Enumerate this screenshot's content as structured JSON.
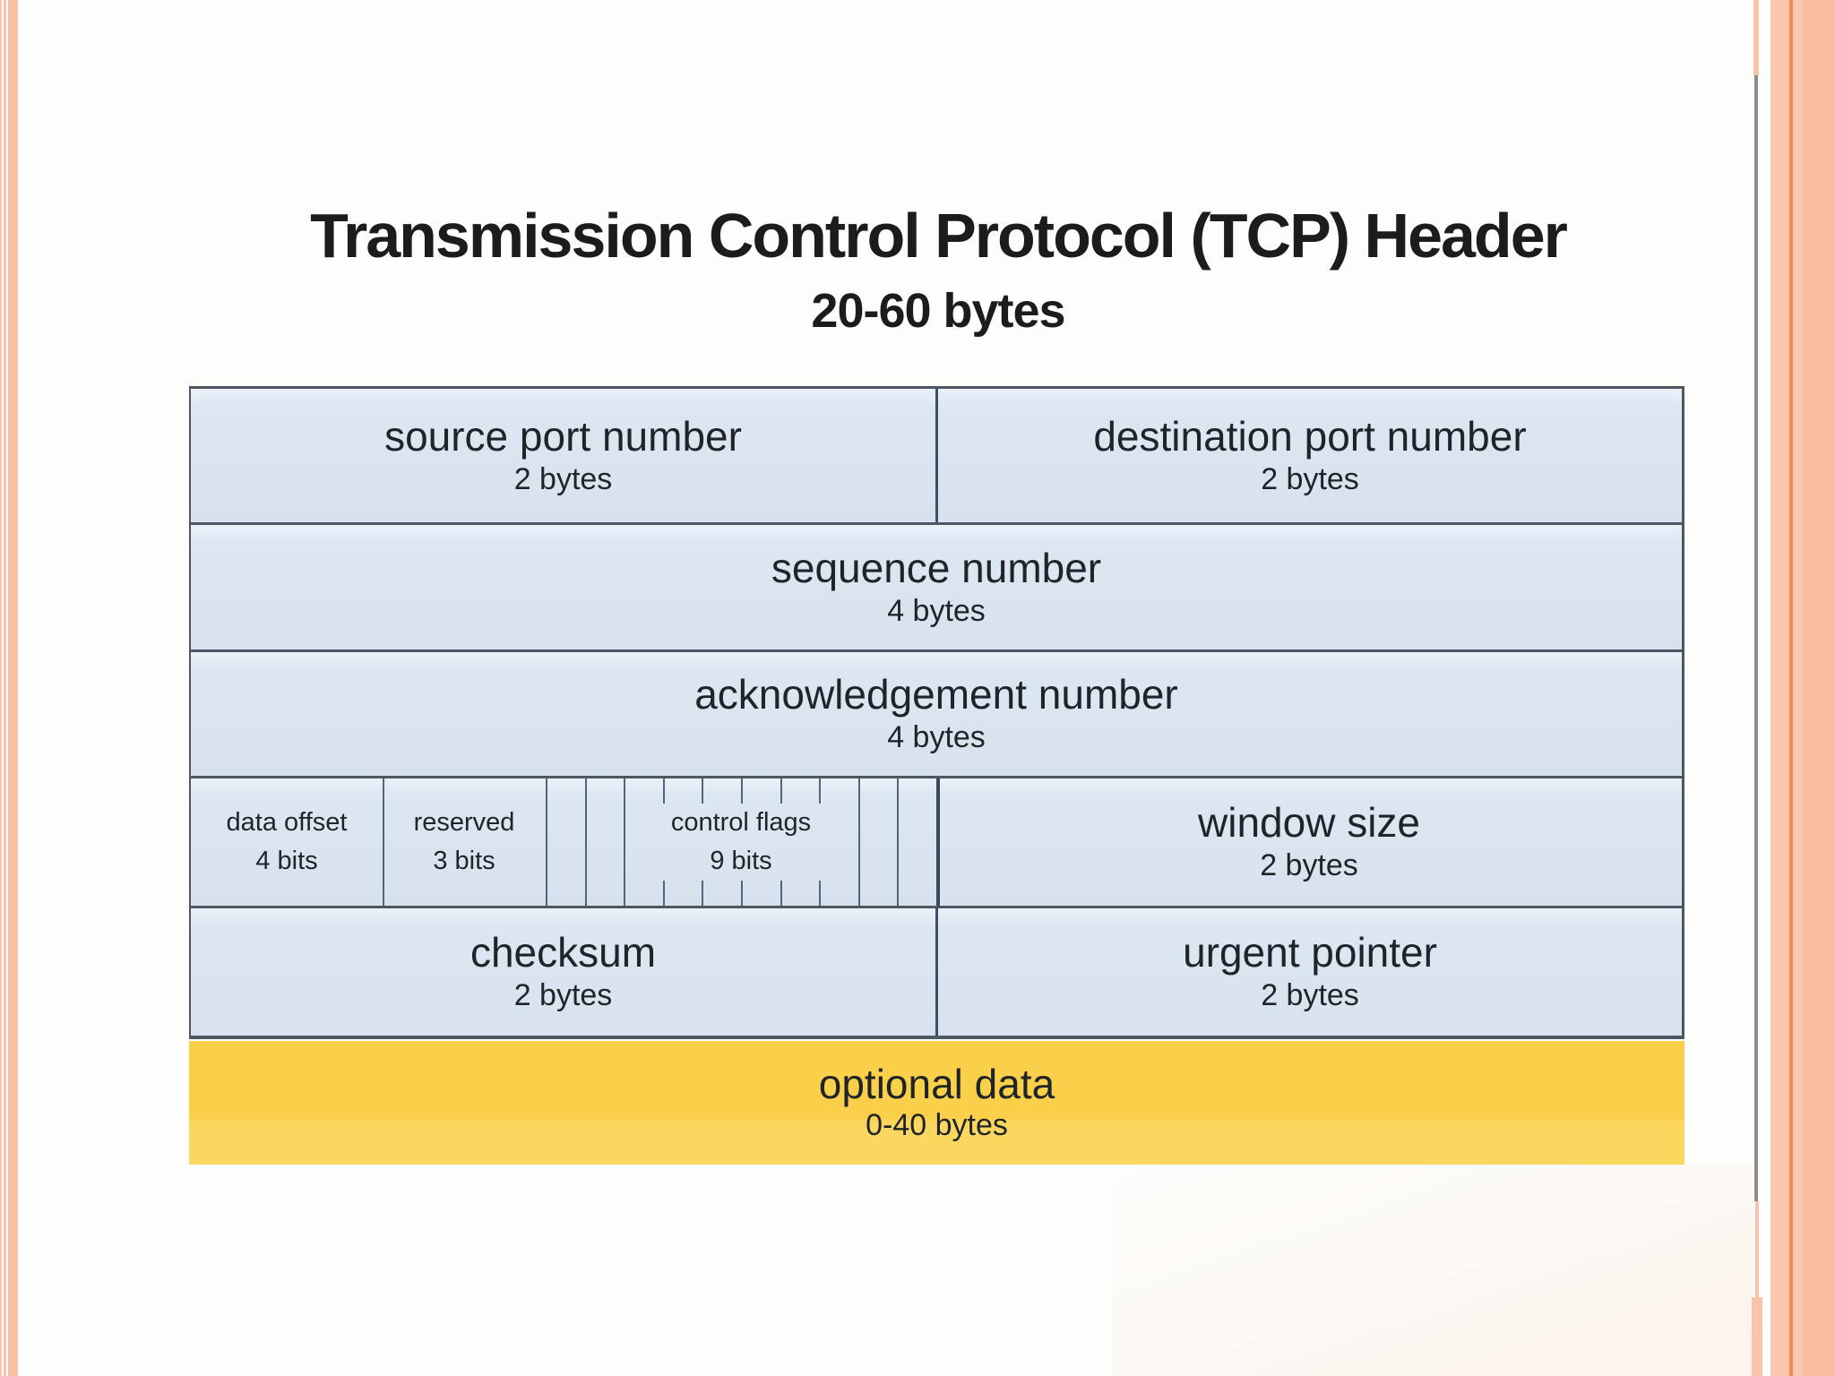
{
  "slide": {
    "title": "Transmission Control Protocol (TCP) Header",
    "subtitle": "20-60 bytes"
  },
  "header_diagram": {
    "fields": {
      "source_port": {
        "label": "source port number",
        "size": "2 bytes"
      },
      "destination_port": {
        "label": "destination port number",
        "size": "2 bytes"
      },
      "sequence_number": {
        "label": "sequence number",
        "size": "4 bytes"
      },
      "acknowledgement_number": {
        "label": "acknowledgement number",
        "size": "4 bytes"
      },
      "data_offset": {
        "label": "data offset",
        "size": "4 bits"
      },
      "reserved": {
        "label": "reserved",
        "size": "3 bits"
      },
      "control_flags": {
        "label": "control flags",
        "size": "9 bits"
      },
      "window_size": {
        "label": "window size",
        "size": "2 bytes"
      },
      "checksum": {
        "label": "checksum",
        "size": "2 bytes"
      },
      "urgent_pointer": {
        "label": "urgent pointer",
        "size": "2 bytes"
      },
      "optional_data": {
        "label": "optional data",
        "size": "0-40 bytes"
      }
    },
    "colors": {
      "field_fill": "#dde7f1",
      "optional_data_fill": "#fad04b",
      "border_dark": "#4d5761",
      "border_blue": "#51657c",
      "divider_dark": "#3f4f63",
      "theme_stripe_salmon": "#f9c3a9",
      "theme_stripe_orange": "#ef8f4e",
      "theme_stripe_gray": "#8e8b88"
    }
  }
}
